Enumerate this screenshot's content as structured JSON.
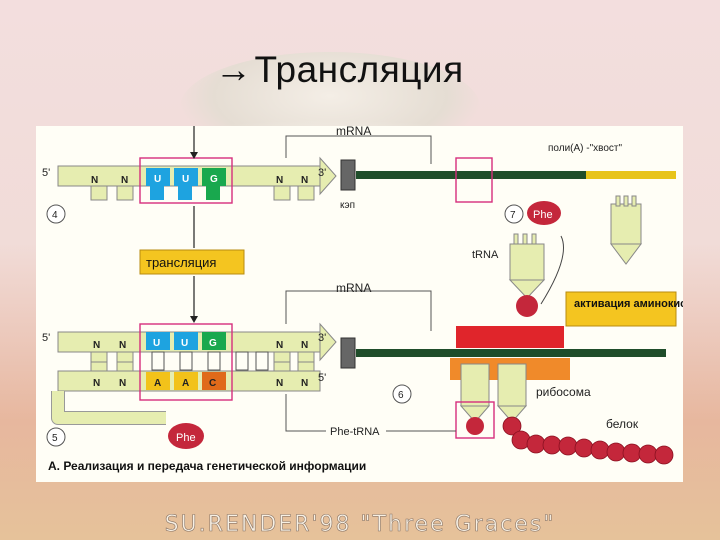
{
  "slide": {
    "title_arrow": "→",
    "title_text": "Трансляция",
    "footer": "SU.RENDER'98 \"Three Graces\""
  },
  "figure": {
    "caption": "А. Реализация и передача генетической информации",
    "labels": {
      "prime5_top": "5'",
      "prime3_top": "3'",
      "prime5_mid_top": "5'",
      "prime3_mid": "3'",
      "prime5_mid_bottom": "5'",
      "mrna_top": "mRNA",
      "mrna_bottom": "mRNA",
      "poly_a": "поли(А) -\"хвост\"",
      "cap": "кэп",
      "translation_box": "трансляция",
      "trna": "tRNA",
      "activation": "активация аминокислот",
      "ribosome": "рибосома",
      "protein": "белок",
      "phe_trna": "Phe-tRNA",
      "phe_top": "Phe",
      "phe_bottom": "Phe",
      "step4": "4",
      "step5": "5",
      "step6": "6",
      "step7": "7",
      "codon_u1": "U",
      "codon_u2": "U",
      "codon_g": "G",
      "anticodon_a1": "A",
      "anticodon_a2": "A",
      "anticodon_c": "C",
      "n_top_1": "N",
      "n_top_2": "N",
      "n_top_3": "N",
      "n_top_4": "N",
      "n_mid_1": "N",
      "n_mid_2": "N",
      "n_mid_3": "N",
      "n_mid_4": "N",
      "n_low_1": "N",
      "n_low_2": "N",
      "n_low_3": "N",
      "n_low_4": "N"
    }
  },
  "colors": {
    "strand": "#e6edb0",
    "uracil": "#1ea3e0",
    "guanine": "#19a84e",
    "adenine": "#f2c21a",
    "cytosine": "#e06a1a",
    "highlight": "#d62e7d",
    "amino_acid": "#c4273b",
    "ribosome_top": "#e0252b",
    "ribosome_bottom": "#f08a2a",
    "label_box": "#f4c520"
  }
}
